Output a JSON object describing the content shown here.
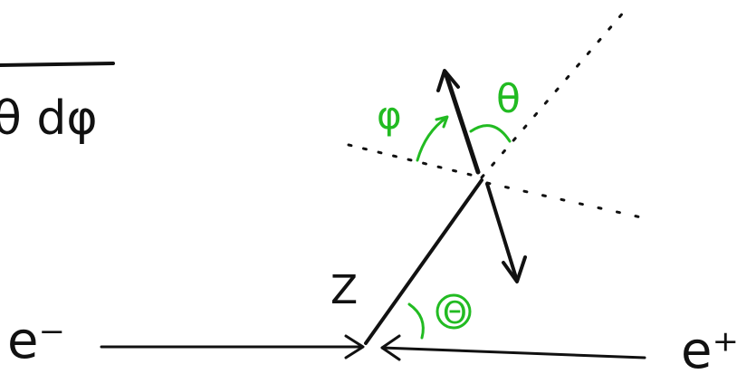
{
  "labels": {
    "formula_fragment": "θ dφ",
    "boson": "Z",
    "electron": "e⁻",
    "positron": "e⁺",
    "scattering_angle_capital": "Θ",
    "polar_angle": "θ",
    "azimuthal_angle": "φ"
  },
  "colors": {
    "ink": "#111111",
    "angle_annotation": "#22bb22"
  }
}
